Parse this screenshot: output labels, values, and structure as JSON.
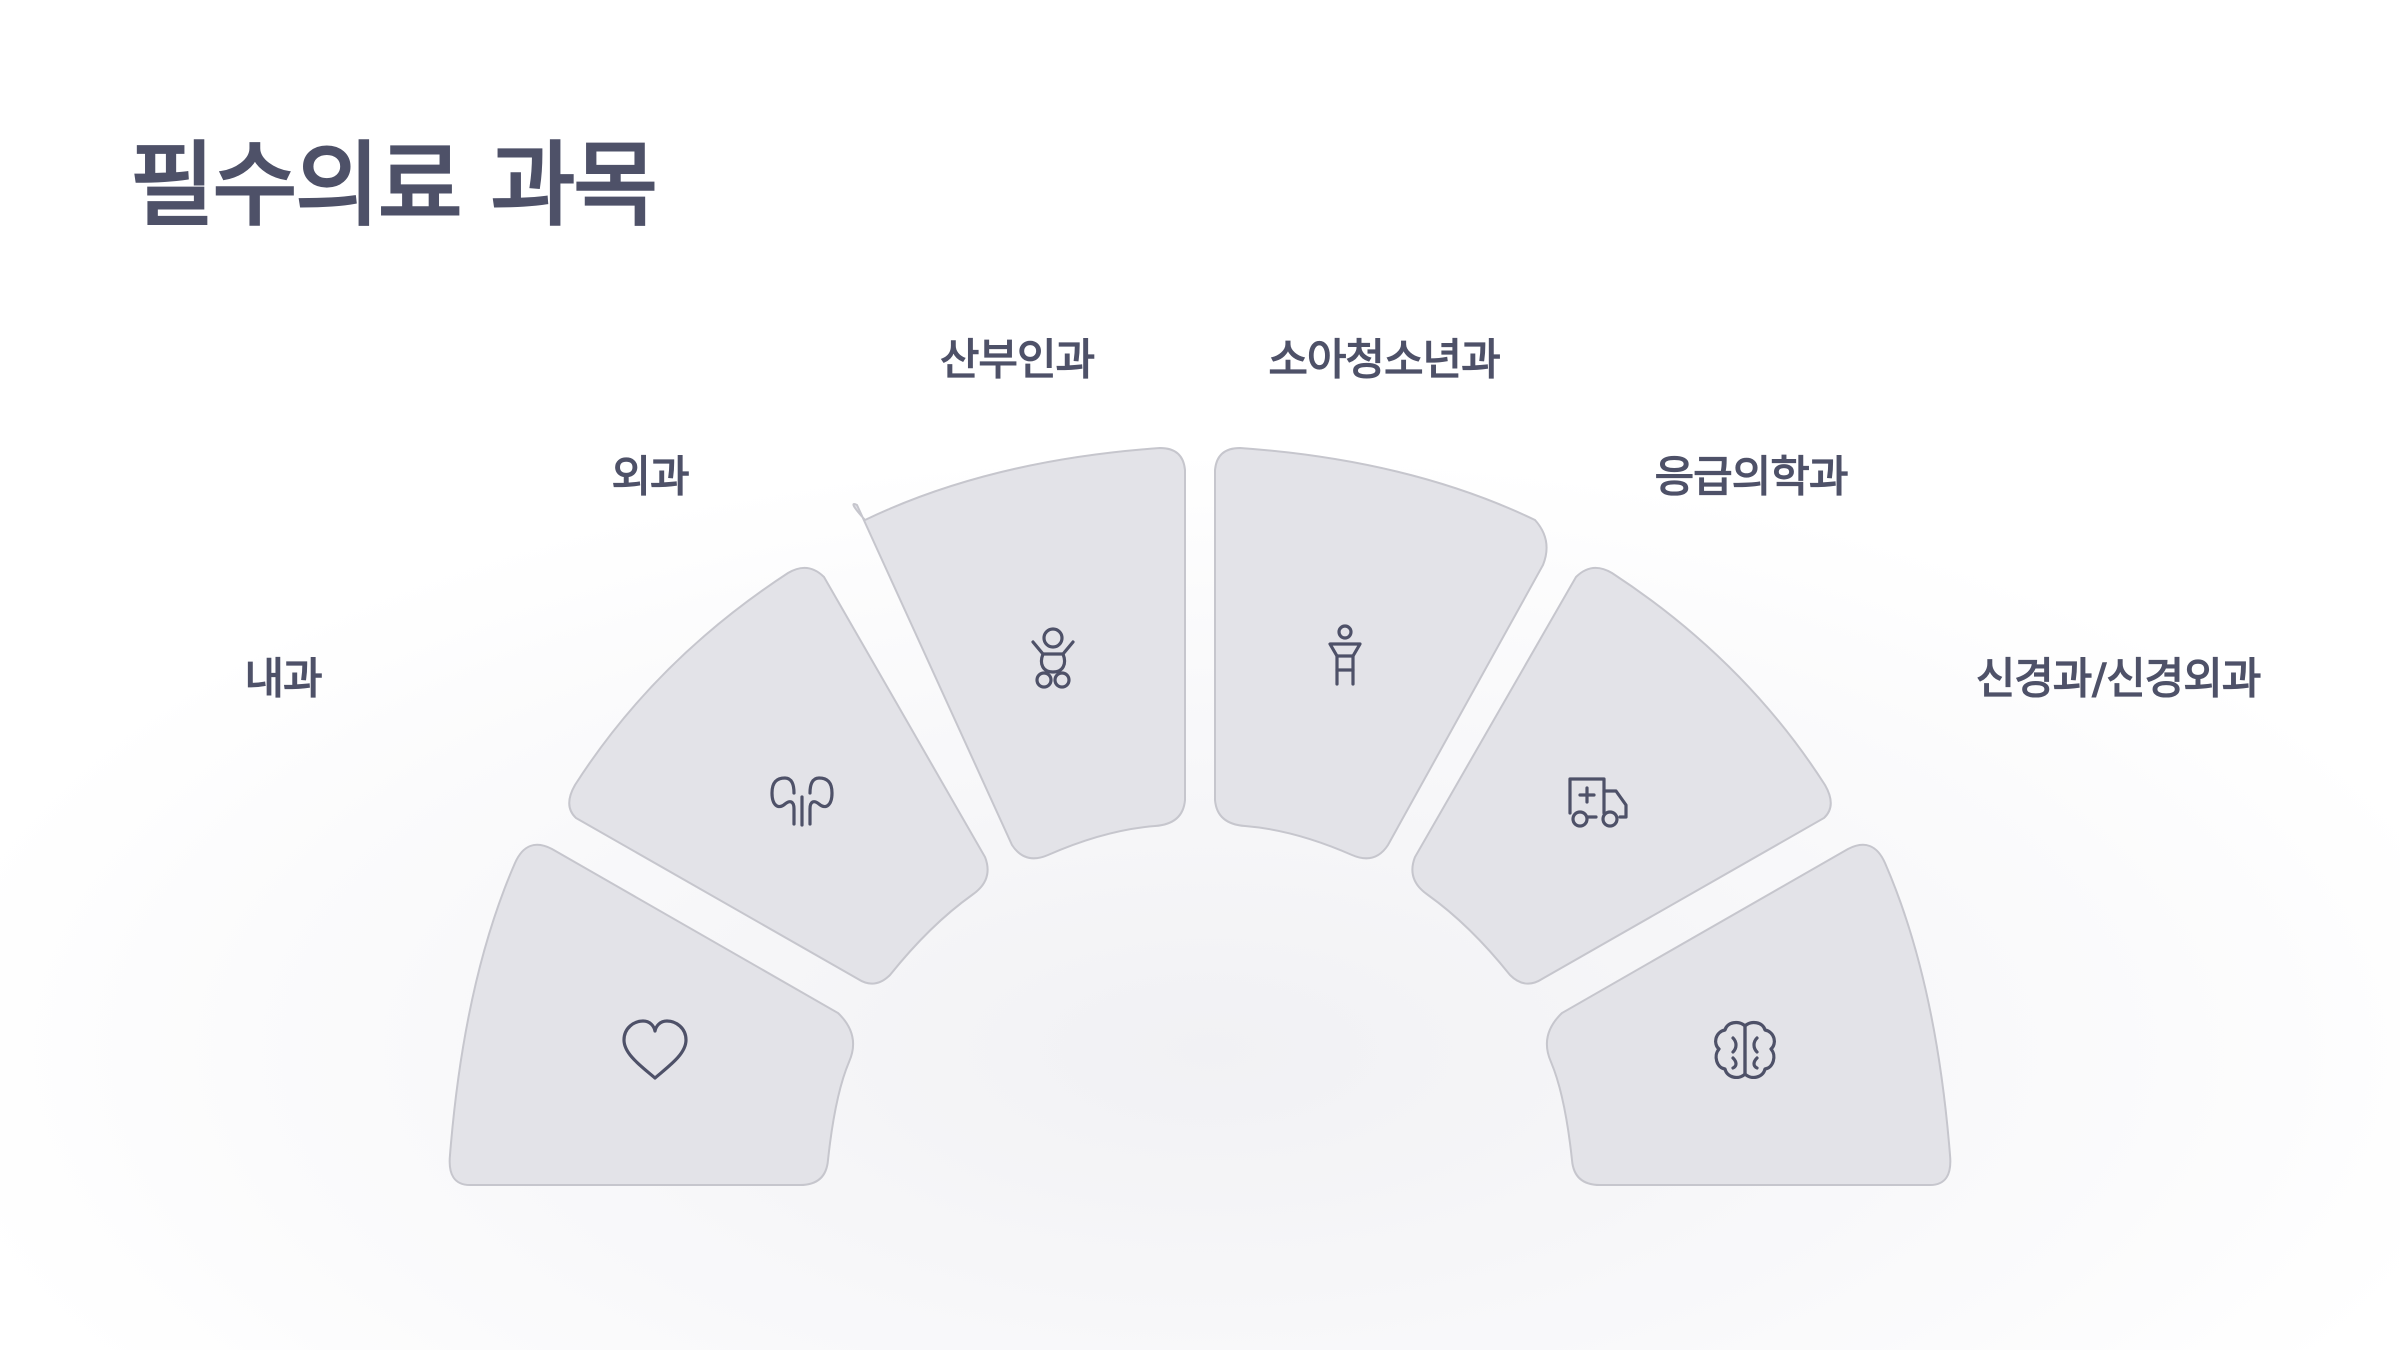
{
  "title": "필수의료 과목",
  "segments": [
    {
      "id": "internal-medicine",
      "label": "내과",
      "icon": "heart-icon"
    },
    {
      "id": "surgery",
      "label": "외과",
      "icon": "kidney-icon"
    },
    {
      "id": "obgyn",
      "label": "산부인과",
      "icon": "baby-icon"
    },
    {
      "id": "pediatrics",
      "label": "소아청소년과",
      "icon": "child-icon"
    },
    {
      "id": "emergency",
      "label": "응급의학과",
      "icon": "ambulance-icon"
    },
    {
      "id": "neuro",
      "label": "신경과/신경외과",
      "icon": "brain-icon"
    }
  ],
  "colors": {
    "segment_fill": "#e3e3e8",
    "segment_stroke": "#c6c6cd",
    "text": "#4e5168"
  }
}
